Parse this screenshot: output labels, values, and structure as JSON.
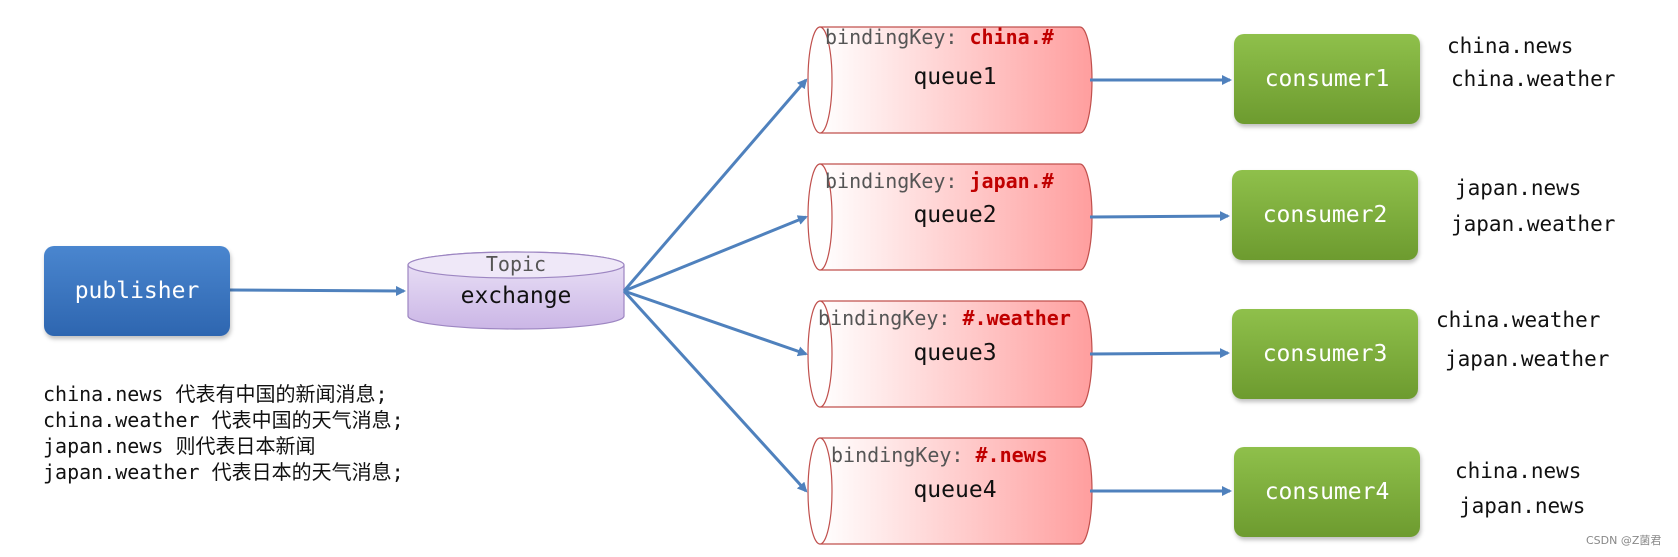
{
  "publisher": {
    "label": "publisher"
  },
  "exchange": {
    "type_label": "Topic",
    "label": "exchange"
  },
  "queues": [
    {
      "name": "queue1",
      "binding_prefix": "bindingKey: ",
      "binding_key": "china.#"
    },
    {
      "name": "queue2",
      "binding_prefix": "bindingKey: ",
      "binding_key": "japan.#"
    },
    {
      "name": "queue3",
      "binding_prefix": "bindingKey: ",
      "binding_key": "#.weather"
    },
    {
      "name": "queue4",
      "binding_prefix": "bindingKey: ",
      "binding_key": "#.news"
    }
  ],
  "consumers": [
    {
      "label": "consumer1",
      "routing_keys": [
        "china.news",
        "china.weather"
      ]
    },
    {
      "label": "consumer2",
      "routing_keys": [
        "japan.news",
        "japan.weather"
      ]
    },
    {
      "label": "consumer3",
      "routing_keys": [
        "china.weather",
        "japan.weather"
      ]
    },
    {
      "label": "consumer4",
      "routing_keys": [
        "china.news",
        "japan.news"
      ]
    }
  ],
  "legend": [
    "china.news 代表有中国的新闻消息;",
    "china.weather 代表中国的天气消息;",
    "japan.news 则代表日本新闻",
    "japan.weather 代表日本的天气消息;"
  ],
  "watermark": "CSDN @Z菌君",
  "colors": {
    "arrow": "#4f81bd",
    "publisher": "#3573bf",
    "consumer": "#7cac3b",
    "queue_fill": "#ff9e9e",
    "exchange_fill": "#d3c1ea",
    "binding_key": "#c00000"
  }
}
